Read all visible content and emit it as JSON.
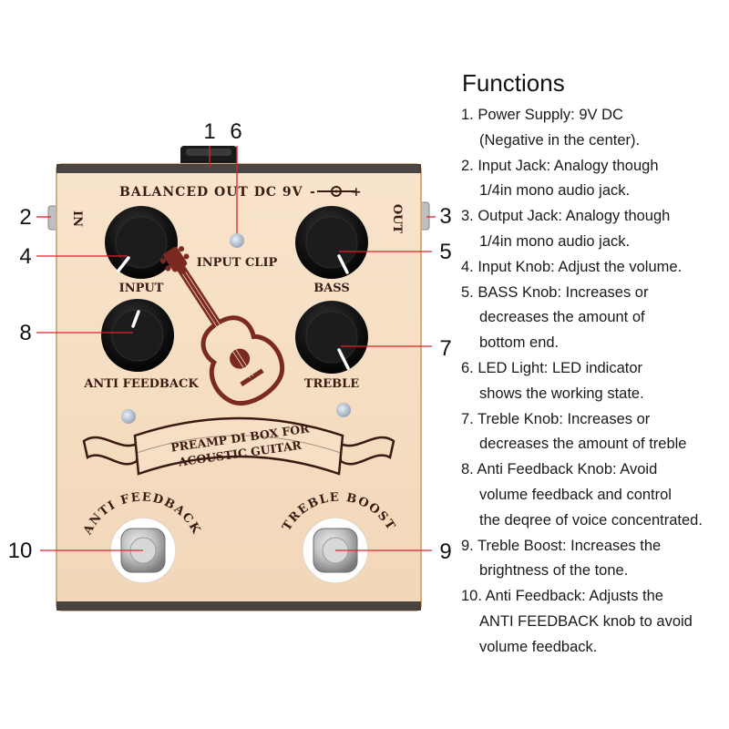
{
  "heading": "Functions",
  "function_lines": [
    {
      "text": "1. Power Supply: 9V DC",
      "indent": false
    },
    {
      "text": "(Negative in the center).",
      "indent": true
    },
    {
      "text": "2. Input Jack: Analogy though",
      "indent": false
    },
    {
      "text": "1/4in mono audio jack.",
      "indent": true
    },
    {
      "text": "3. Output Jack: Analogy though",
      "indent": false
    },
    {
      "text": "1/4in mono audio jack.",
      "indent": true
    },
    {
      "text": "4. Input Knob: Adjust the volume.",
      "indent": false
    },
    {
      "text": "5. BASS Knob: Increases or",
      "indent": false
    },
    {
      "text": "decreases the amount of",
      "indent": true
    },
    {
      "text": "bottom end.",
      "indent": true
    },
    {
      "text": "6. LED Light: LED indicator",
      "indent": false
    },
    {
      "text": "shows the working state.",
      "indent": true
    },
    {
      "text": "7. Treble Knob: Increases or",
      "indent": false
    },
    {
      "text": "decreases the amount of treble",
      "indent": true
    },
    {
      "text": "8. Anti Feedback Knob: Avoid",
      "indent": false
    },
    {
      "text": "volume feedback and control",
      "indent": true
    },
    {
      "text": "the deqree of voice concentrated.",
      "indent": true
    },
    {
      "text": "9. Treble Boost: Increases the",
      "indent": false
    },
    {
      "text": "brightness of the tone.",
      "indent": true
    },
    {
      "text": "10. Anti Feedback: Adjusts the",
      "indent": false
    },
    {
      "text": "ANTI FEEDBACK knob to avoid",
      "indent": true
    },
    {
      "text": "volume feedback.",
      "indent": true
    }
  ],
  "pedal": {
    "top_label": "BALANCED OUT DC 9V",
    "polarity_minus": "-",
    "polarity_plus": "+",
    "in_label": "IN",
    "out_label": "OUT",
    "input_clip_label": "INPUT CLIP",
    "knobs": {
      "input": "INPUT",
      "bass": "BASS",
      "anti_feedback": "ANTI FEEDBACK",
      "treble": "TREBLE"
    },
    "banner_line1": "PREAMP DI BOX FOR",
    "banner_line2": "ACOUSTIC GUITAR",
    "footswitch_left": "ANTI FEEDBACK",
    "footswitch_right": "TREBLE BOOST",
    "colors": {
      "body": "#f6dfc4",
      "body_edge": "#d9b894",
      "ink": "#3a1b12",
      "guitar": "#7a2a22",
      "knob": "#111111",
      "callout_line": "#e0202a"
    }
  },
  "callouts": {
    "n1": "1",
    "n2": "2",
    "n3": "3",
    "n4": "4",
    "n5": "5",
    "n6": "6",
    "n7": "7",
    "n8": "8",
    "n9": "9",
    "n10": "10"
  }
}
